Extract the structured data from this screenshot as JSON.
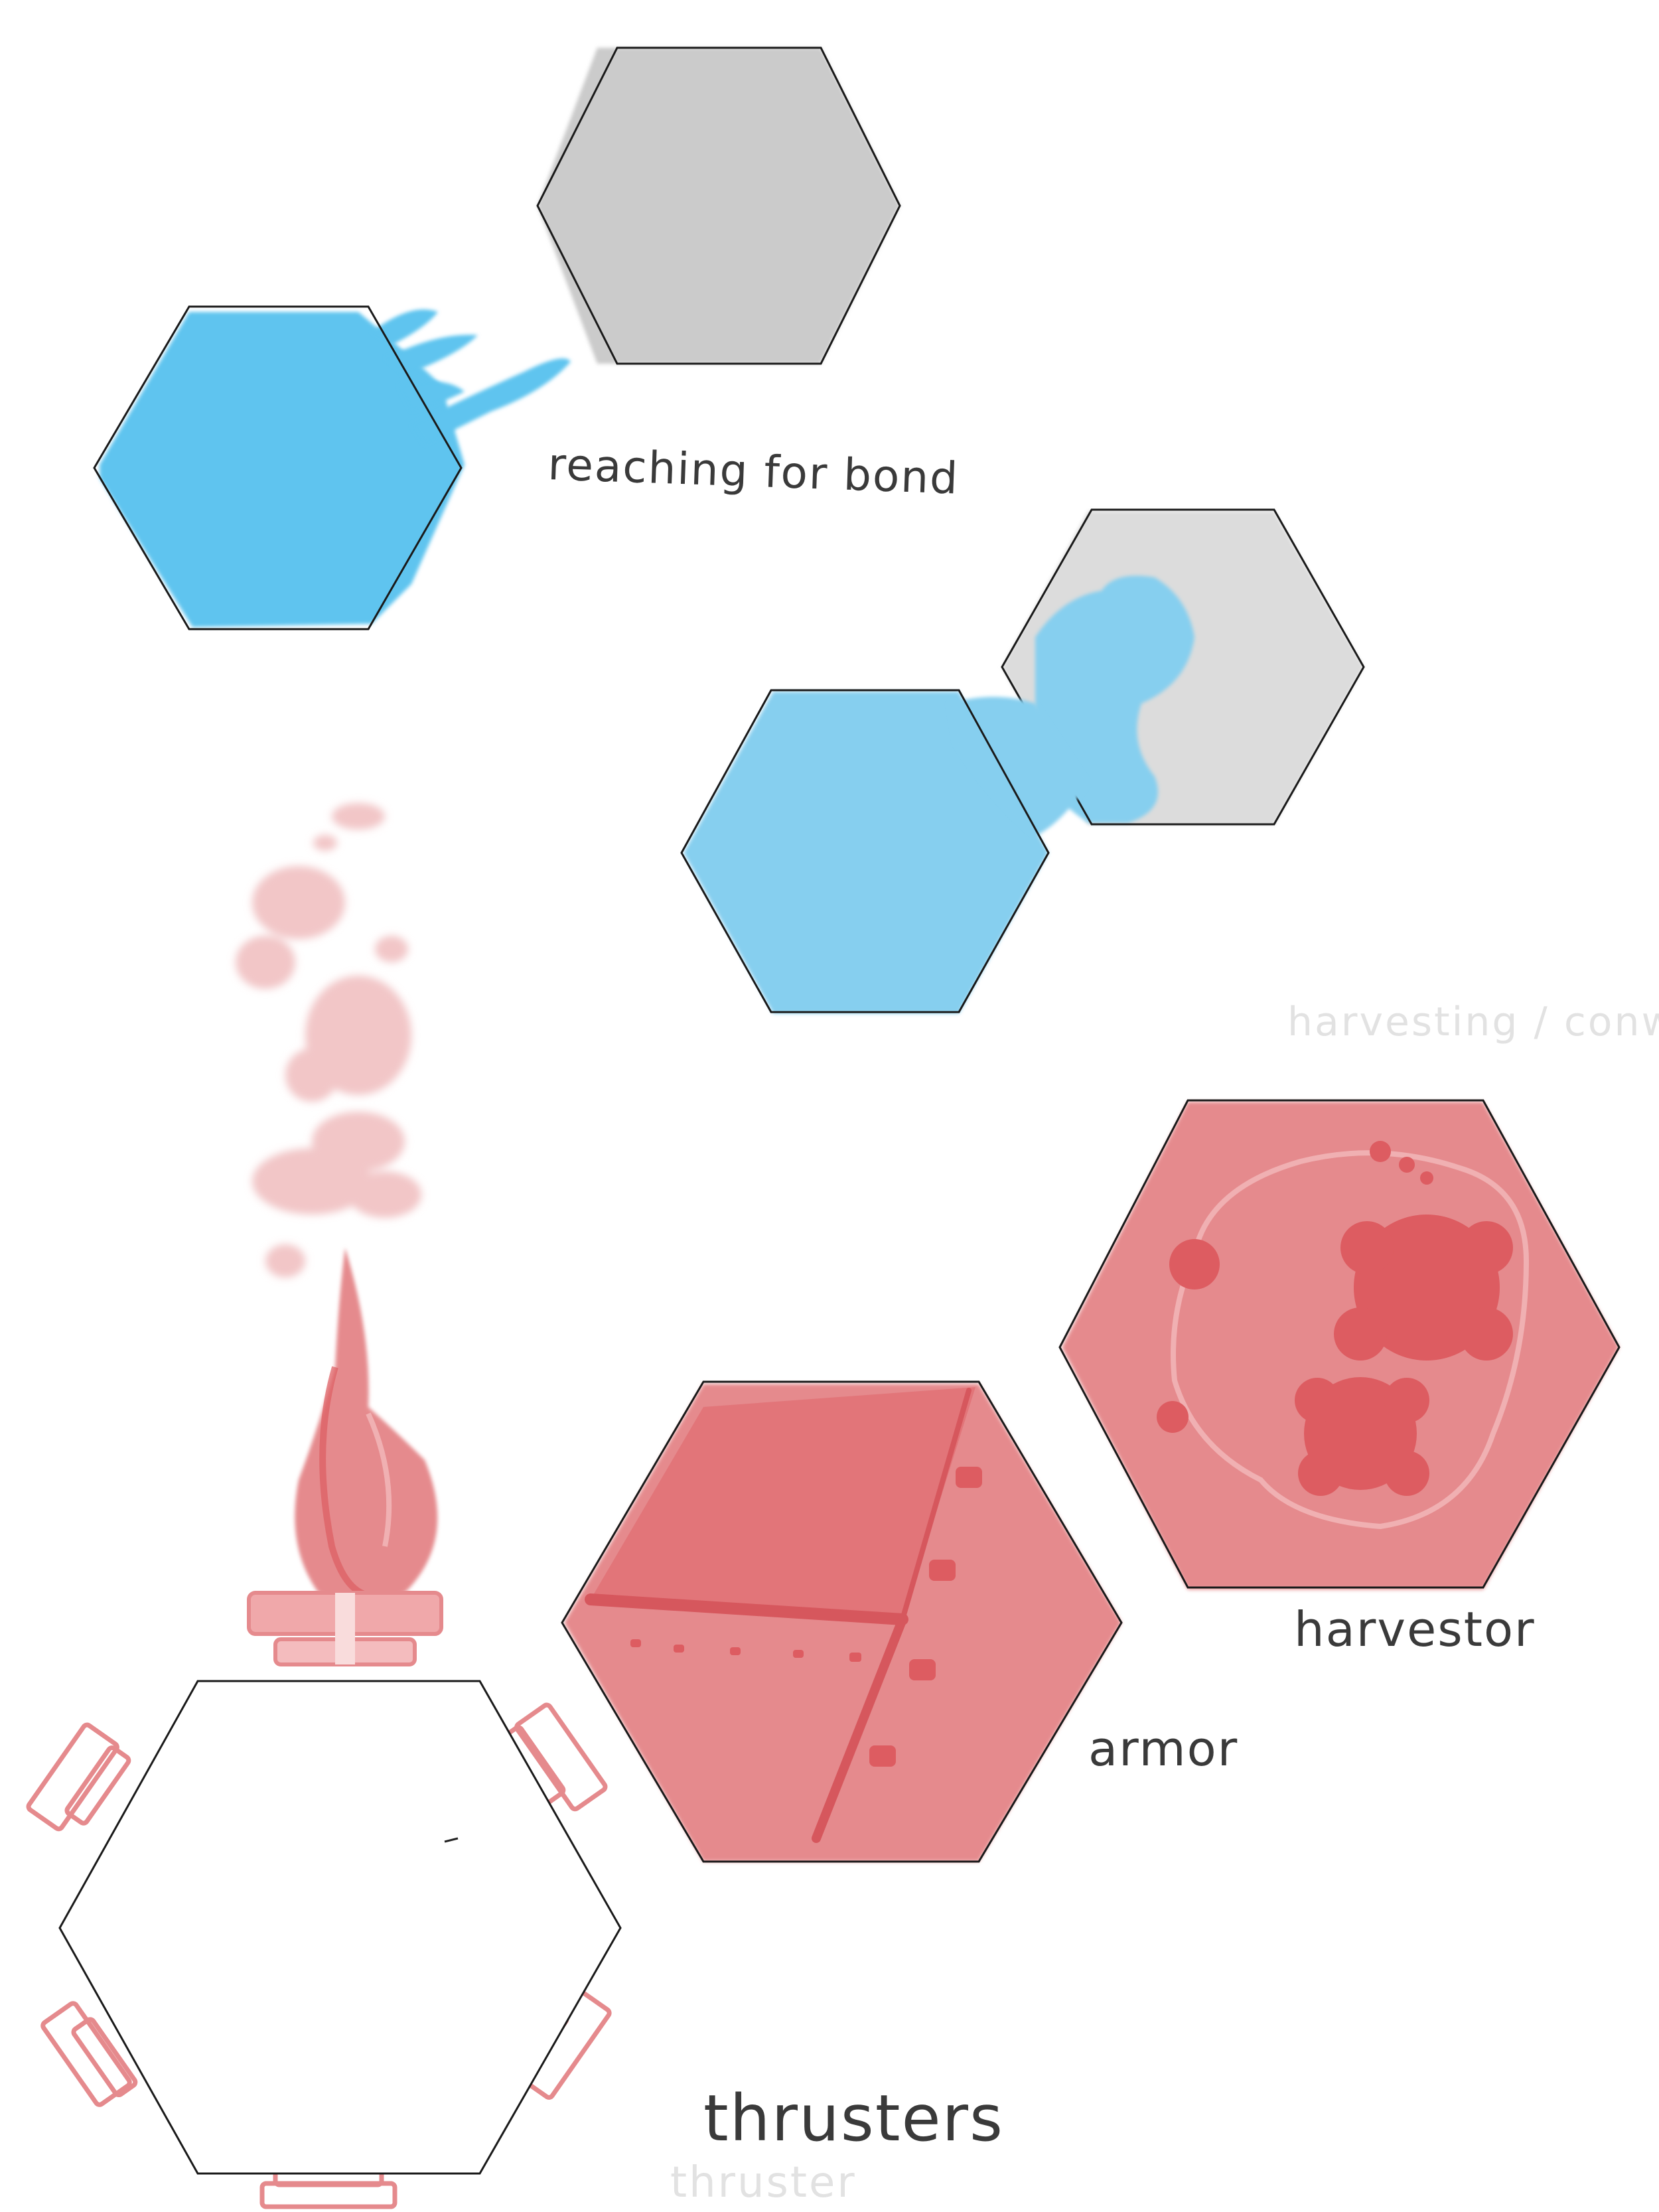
{
  "labels": {
    "reaching": "reaching for bond",
    "harvesting_faint": "harvesting / conwet",
    "harvestor": "harvestor",
    "armor": "armor",
    "thrusters": "thrusters",
    "thruster_faint": "thruster"
  },
  "colors": {
    "blue": "#5fc4ef",
    "blue_light": "#86cfef",
    "gray": "#cccccc",
    "gray_light": "#dcdcdc",
    "red": "#e58a8d",
    "red_dark": "#dd5c61",
    "red_faint": "#f2c6c7",
    "outline": "#1a1a1a"
  }
}
